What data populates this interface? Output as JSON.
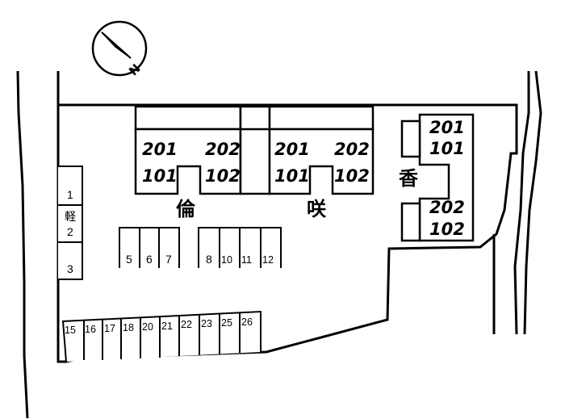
{
  "north": {
    "label": "N"
  },
  "buildings": [
    {
      "name": "倫",
      "units": {
        "left_upper": "201",
        "left_lower": "101",
        "right_upper": "202",
        "right_lower": "102"
      }
    },
    {
      "name": "咲",
      "units": {
        "left_upper": "201",
        "left_lower": "101",
        "right_upper": "202",
        "right_lower": "102"
      }
    },
    {
      "name": "香",
      "units": {
        "top_upper": "201",
        "top_lower": "101",
        "bottom_upper": "202",
        "bottom_lower": "102"
      }
    }
  ],
  "parking": {
    "left_column": [
      "1",
      "2",
      "3"
    ],
    "kei_label": "軽",
    "middle_row_a": [
      "5",
      "6",
      "7"
    ],
    "middle_row_b": [
      "8",
      "10",
      "11",
      "12"
    ],
    "bottom_row": [
      "15",
      "16",
      "17",
      "18",
      "20",
      "21",
      "22",
      "23",
      "25",
      "26"
    ]
  }
}
